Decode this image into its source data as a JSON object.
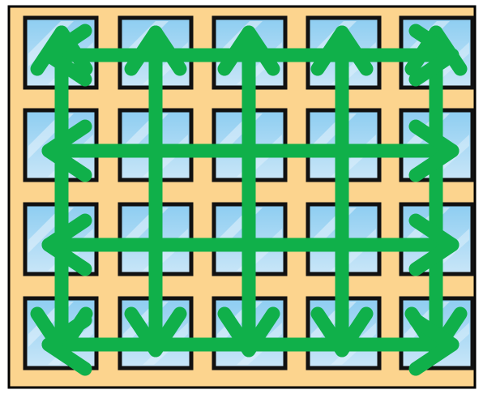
{
  "diagram": {
    "grid": {
      "rows": 4,
      "columns": 5
    },
    "arrow_rows": 4,
    "arrow_columns": 5,
    "arrow_style": "double-headed",
    "icons": {
      "tile": "glass-pane-icon",
      "arrow": "double-headed-arrow-icon"
    },
    "colors": {
      "background": "#ffffff",
      "frame_fill": "#fcd48e",
      "frame_outline": "#000000",
      "tile_top": "#8dcdf1",
      "tile_bottom": "#c9e6f8",
      "tile_glare": "#e6f3fc",
      "tile_outline": "#111111",
      "arrow": "#10b04a"
    }
  }
}
